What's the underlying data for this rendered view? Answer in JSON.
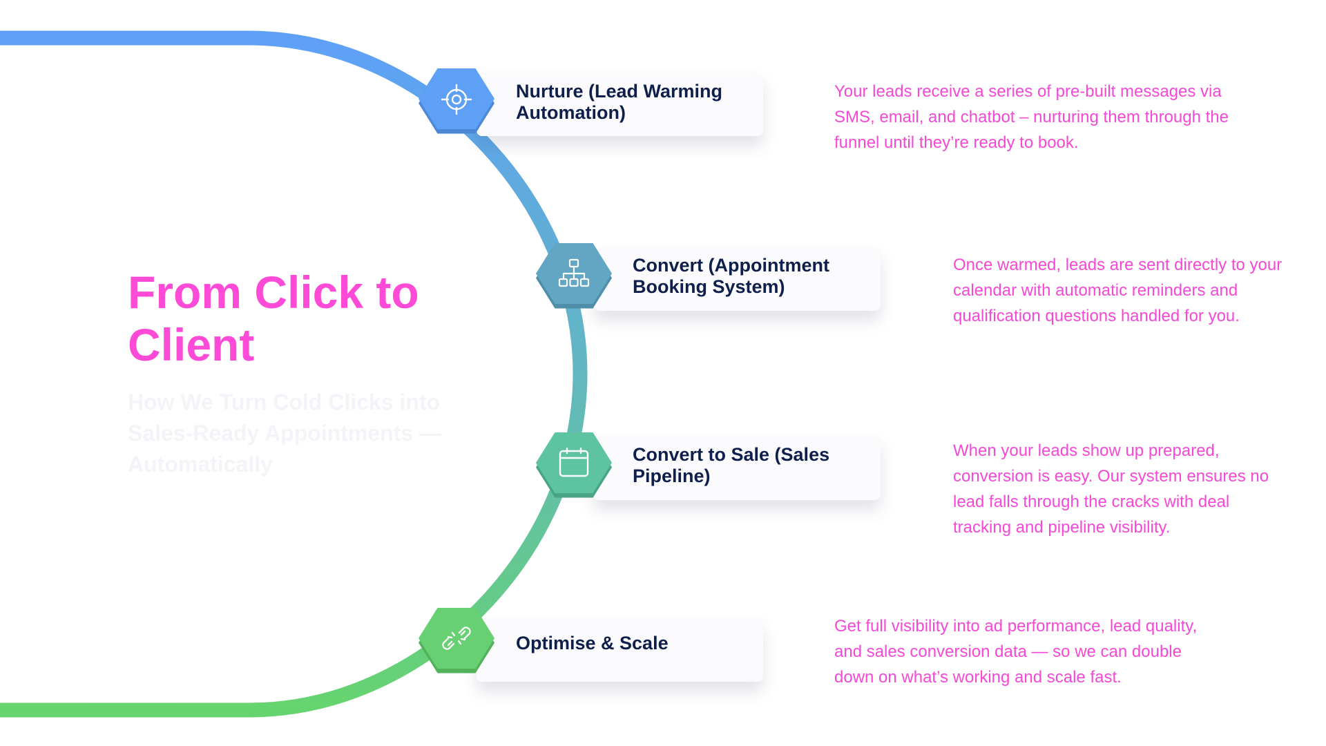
{
  "title": "From Click to Client",
  "subtitle": "How We Turn Cold Clicks into Sales-Ready Appointments — Automatically",
  "steps": [
    {
      "label": "Nurture (Lead Warming Automation)",
      "icon": "crosshair-target-icon",
      "color": "#5ea0f5",
      "description": "Your leads receive a series of pre-built messages via SMS, email, and chatbot – nurturing them through the funnel until they’re ready to book."
    },
    {
      "label": "Convert (Appointment Booking System)",
      "icon": "org-chart-icon",
      "color": "#62a6c4",
      "description": "Once warmed, leads are sent directly to your calendar with automatic reminders and qualification questions handled for you."
    },
    {
      "label": "Convert to Sale (Sales Pipeline)",
      "icon": "calendar-icon",
      "color": "#5dc3a0",
      "description": "When your leads show up prepared, conversion is easy. Our system ensures no lead falls through the cracks with deal tracking and pipeline visibility."
    },
    {
      "label": "Optimise & Scale",
      "icon": "broken-link-icon",
      "color": "#67d073",
      "description": "Get full visibility into ad performance, lead quality, and sales conversion data — so we can double down on what’s working and scale fast."
    }
  ],
  "colors": {
    "title": "#fe4bd7",
    "subtitle": "#f3f4f8",
    "step_label": "#0f1f4b",
    "description": "#f548d6",
    "path_start": "#5ea0f8",
    "path_end": "#66d46e"
  }
}
